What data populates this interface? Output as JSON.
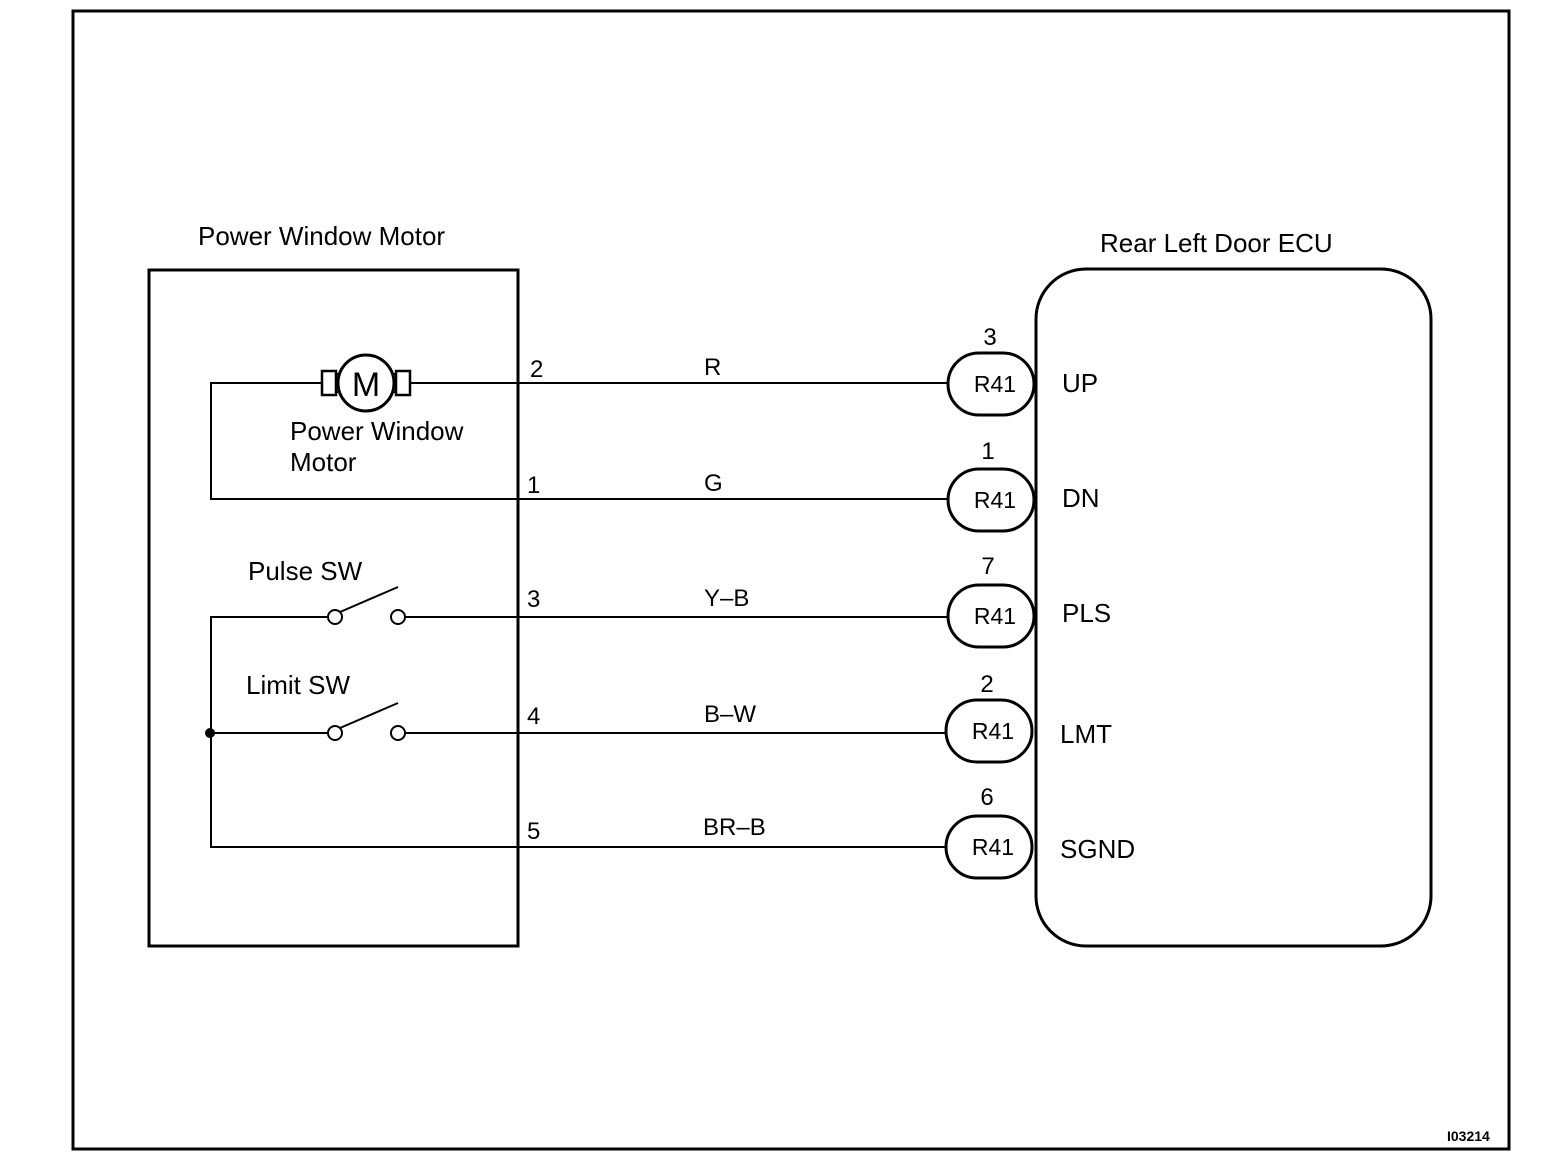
{
  "figure_code": "I03214",
  "motor_assembly": {
    "title": "Power Window Motor",
    "motor_symbol": "M",
    "motor_label_line1": "Power Window",
    "motor_label_line2": "Motor",
    "pulse_switch_label": "Pulse SW",
    "limit_switch_label": "Limit SW"
  },
  "ecu": {
    "title": "Rear Left Door ECU"
  },
  "wires": [
    {
      "motor_pin": "2",
      "color": "R",
      "connector": "R41",
      "ecu_pin": "3",
      "terminal": "UP"
    },
    {
      "motor_pin": "1",
      "color": "G",
      "connector": "R41",
      "ecu_pin": "1",
      "terminal": "DN"
    },
    {
      "motor_pin": "3",
      "color": "Y–B",
      "connector": "R41",
      "ecu_pin": "7",
      "terminal": "PLS"
    },
    {
      "motor_pin": "4",
      "color": "B–W",
      "connector": "R41",
      "ecu_pin": "2",
      "terminal": "LMT"
    },
    {
      "motor_pin": "5",
      "color": "BR–B",
      "connector": "R41",
      "ecu_pin": "6",
      "terminal": "SGND"
    }
  ]
}
